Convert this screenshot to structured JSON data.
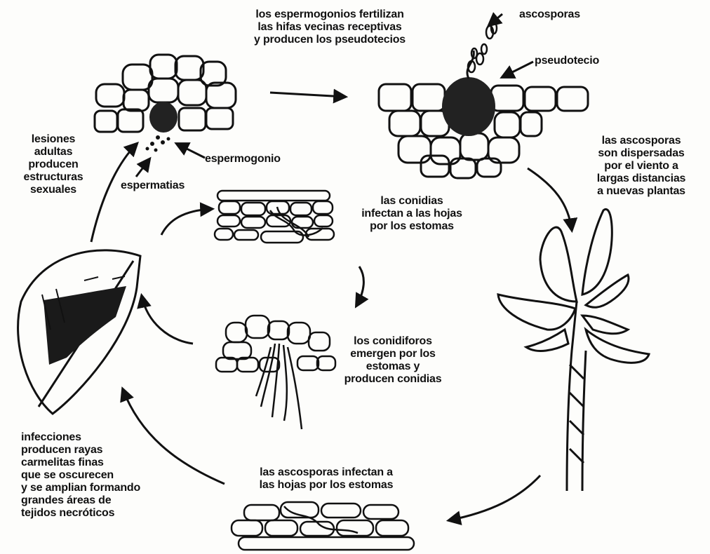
{
  "labels": {
    "fertilize": [
      "los espermogonios fertilizan",
      "las hifas vecinas receptivas",
      "y producen los pseudotecios"
    ],
    "ascosporas": "ascosporas",
    "pseudotecio": "pseudotecio",
    "dispersed": [
      "las ascosporas",
      "son dispersadas",
      "por el viento a",
      "largas distancias",
      "a nuevas plantas"
    ],
    "lesions": [
      "lesiones",
      "adultas",
      "producen",
      "estructuras",
      "sexuales"
    ],
    "espermogonio": "espermogonio",
    "espermatias": "espermatias",
    "conidia_infect": [
      "las  conidias",
      "infectan a las hojas",
      "por los estomas"
    ],
    "conidiophores": [
      "los conidiforos",
      "emergen por los",
      "estomas y",
      "producen conidias"
    ],
    "infections": [
      "infecciones",
      "producen rayas",
      "carmelitas finas",
      "que se oscurecen",
      "y se amplian formando",
      "grandes áreas de",
      "tejidos necróticos"
    ],
    "ascospore_infect": [
      "las ascosporas infectan a",
      "las hojas por los estomas"
    ]
  },
  "colors": {
    "ink": "#111111",
    "paper": "#fdfdfb"
  }
}
